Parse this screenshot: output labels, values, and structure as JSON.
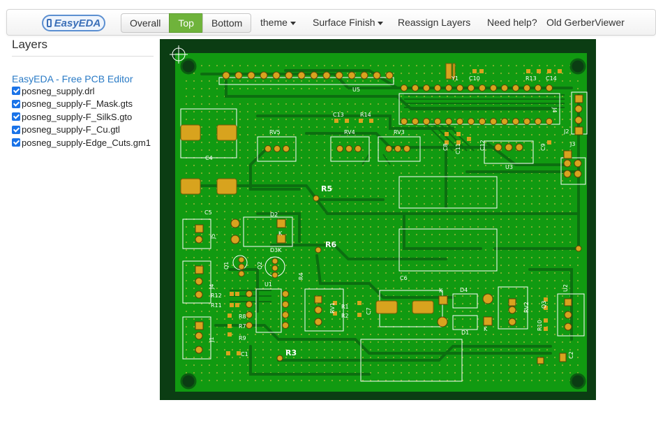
{
  "app": {
    "logo_text": "EasyEDA"
  },
  "view_buttons": [
    "Overall",
    "Top",
    "Bottom"
  ],
  "view_active": "Top",
  "nav": {
    "theme": "theme",
    "surface_finish": "Surface Finish",
    "reassign_layers": "Reassign Layers",
    "need_help": "Need help?",
    "old_viewer": "Old GerberViewer"
  },
  "sidebar": {
    "title": "Layers",
    "editor_link": "EasyEDA - Free PCB Editor",
    "layers": [
      {
        "name": "posneg_supply.drl",
        "checked": true
      },
      {
        "name": "posneg_supply-F_Mask.gts",
        "checked": true
      },
      {
        "name": "posneg_supply-F_SilkS.gto",
        "checked": true
      },
      {
        "name": "posneg_supply-F_Cu.gtl",
        "checked": true
      },
      {
        "name": "posneg_supply-Edge_Cuts.gm1",
        "checked": true
      }
    ]
  },
  "pcb": {
    "colors": {
      "substrate": "#0b3d13",
      "copper_fill": "#119a11",
      "trace": "#0c6e10",
      "pad": "#d8a31e",
      "silk": "#ffffff"
    },
    "refs": [
      "Y1",
      "C10",
      "R13",
      "C14",
      "U5",
      "C13",
      "R14",
      "J4",
      "J2",
      "RV5",
      "RV4",
      "RV3",
      "C8",
      "C11",
      "C12",
      "C9",
      "J3",
      "U3",
      "C4",
      "R5",
      "C5",
      "D2",
      "K",
      "J5",
      "D3",
      "K",
      "R6",
      "Q1",
      "Q2",
      "J4",
      "R4",
      "C6",
      "K",
      "D4",
      "U1",
      "R12",
      "R11",
      "RV1",
      "R1",
      "R2",
      "C7",
      "RV2",
      "U2",
      "R8",
      "R7",
      "J1",
      "R9",
      "D1",
      "R10",
      "C1",
      "R3",
      "C2"
    ]
  }
}
